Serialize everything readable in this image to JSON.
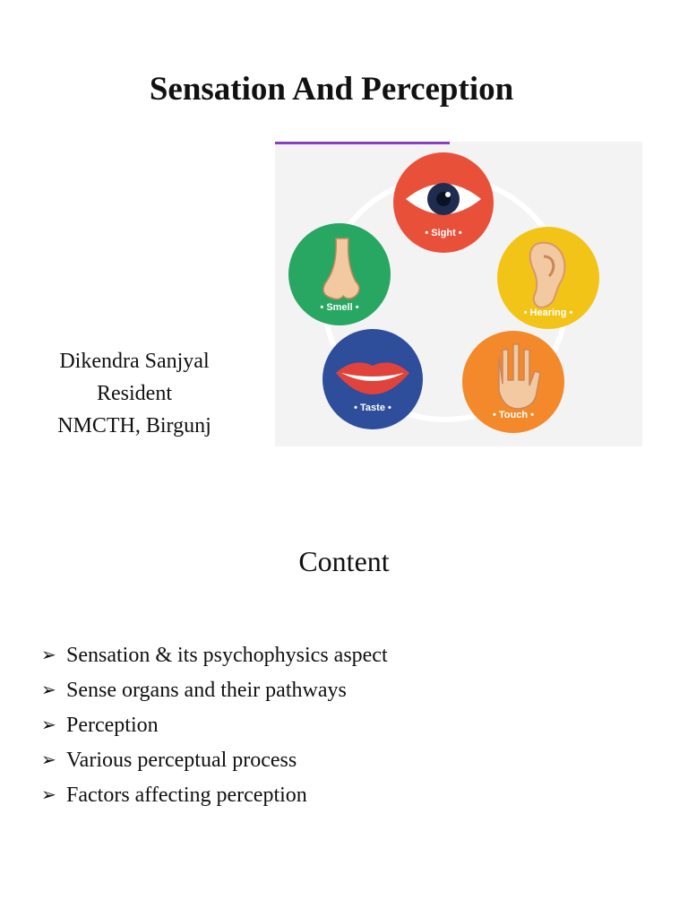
{
  "slide1": {
    "title": "Sensation And Perception",
    "author": {
      "name": "Dikendra Sanjyal",
      "role": "Resident",
      "institution": "NMCTH, Birgunj"
    },
    "senses": [
      {
        "label": "• Sight •",
        "color": "#e8503a",
        "icon": "eye-icon"
      },
      {
        "label": "• Hearing •",
        "color": "#f2c417",
        "icon": "ear-icon"
      },
      {
        "label": "• Touch •",
        "color": "#f3892b",
        "icon": "hand-icon"
      },
      {
        "label": "• Taste •",
        "color": "#2e4d9b",
        "icon": "lips-icon"
      },
      {
        "label": "• Smell •",
        "color": "#27a761",
        "icon": "nose-icon"
      }
    ]
  },
  "slide2": {
    "heading": "Content",
    "bullet_symbol": "➢",
    "items": [
      "Sensation & its psychophysics aspect",
      "Sense organs and their pathways",
      "Perception",
      "Various perceptual process",
      "Factors affecting perception"
    ]
  }
}
